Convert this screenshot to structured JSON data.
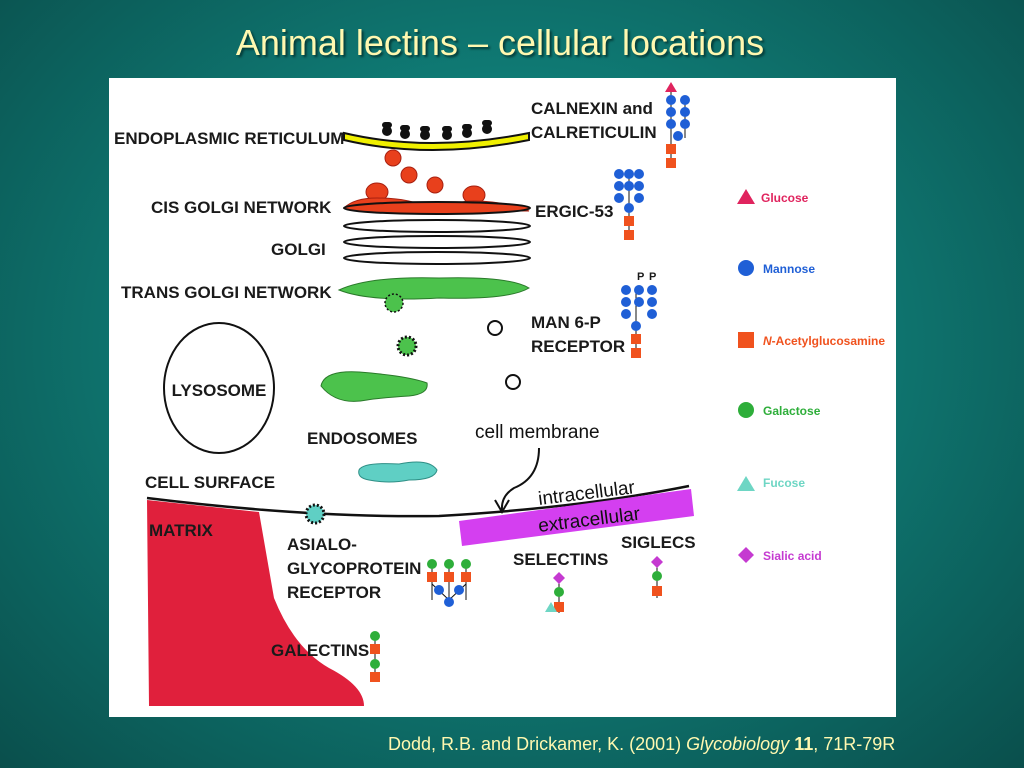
{
  "title": "Animal lectins – cellular locations",
  "citation": {
    "authors": "Dodd, R.B. and Drickamer, K. (2001) ",
    "journal": "Glycobiology",
    "volume": "11",
    "pages": ", 71R-79R"
  },
  "diagram": {
    "labels": {
      "er": "ENDOPLASMIC RETICULUM",
      "cis_golgi": "CIS GOLGI NETWORK",
      "golgi": "GOLGI",
      "trans_golgi": "TRANS GOLGI NETWORK",
      "lysosome": "LYSOSOME",
      "endosomes": "ENDOSOMES",
      "cell_surface": "CELL SURFACE",
      "matrix": "MATRIX",
      "asialo_1": "ASIALO-",
      "asialo_2": "GLYCOPROTEIN",
      "asialo_3": "RECEPTOR",
      "galectins": "GALECTINS",
      "calnexin_1": "CALNEXIN and",
      "calnexin_2": "CALRETICULIN",
      "ergic": "ERGIC-53",
      "man6p_1": "MAN 6-P",
      "man6p_2": "RECEPTOR",
      "p1": "P",
      "p2": "P",
      "selectins": "SELECTINS",
      "siglecs": "SIGLECS",
      "cell_membrane": "cell membrane",
      "intracellular": "intracellular",
      "extracellular": "extracellular"
    },
    "legend": [
      {
        "label": "Glucose",
        "shape": "triangle",
        "color": "#e0245e"
      },
      {
        "label": "Mannose",
        "shape": "circle",
        "color": "#1f5fd6"
      },
      {
        "label_italic": "N",
        "label": "-Acetylglucosamine",
        "shape": "square",
        "color": "#f0521e"
      },
      {
        "label": "Galactose",
        "shape": "circle",
        "color": "#2eae3a"
      },
      {
        "label": "Fucose",
        "shape": "triangle",
        "color": "#6ed6c4"
      },
      {
        "label": "Sialic acid",
        "shape": "diamond",
        "color": "#c53ad1"
      }
    ],
    "colors": {
      "er_membrane": "#f0f000",
      "red_lectin": "#e8401c",
      "trans_golgi": "#4cc24c",
      "endosome": "#4cc24c",
      "endosome_2": "#5fcfc4",
      "matrix": "#e0203c",
      "membrane_bar": "#d43ff0",
      "black": "#111111"
    }
  }
}
